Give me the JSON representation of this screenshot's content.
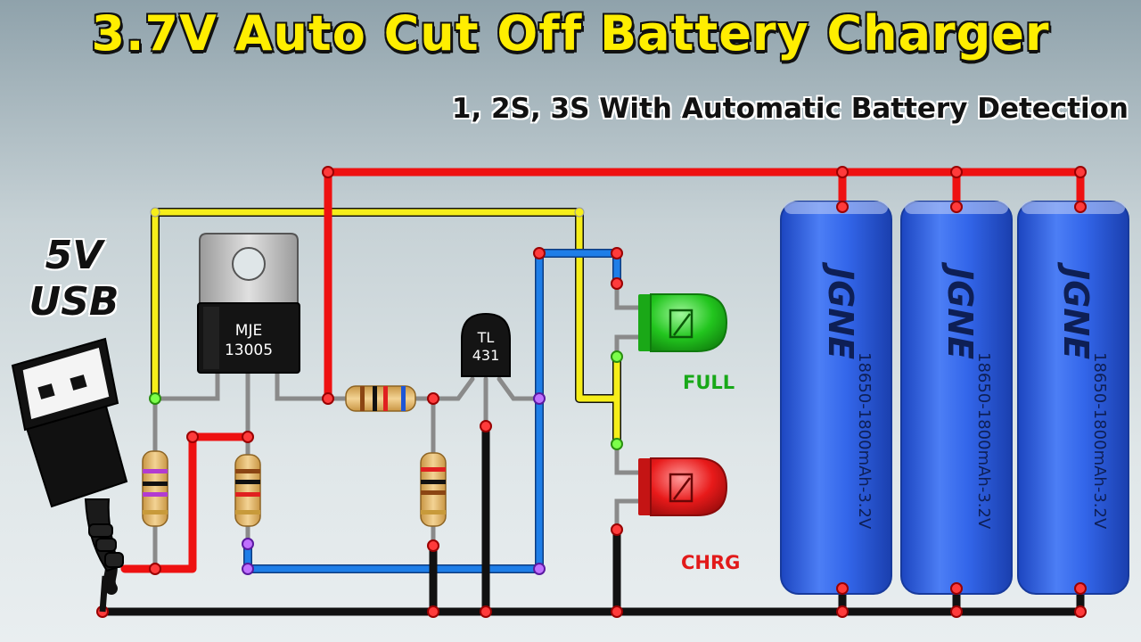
{
  "title": "3.7V Auto Cut Off Battery Charger",
  "subtitle": "1, 2S, 3S With Automatic Battery Detection",
  "usb": {
    "voltage_label": "5V",
    "type_label": "USB"
  },
  "transistor": {
    "part_line1": "MJE",
    "part_line2": "13005"
  },
  "regulator": {
    "part_line1": "TL",
    "part_line2": "431"
  },
  "leds": {
    "full": {
      "label": "FULL",
      "color": "#22c51e"
    },
    "charge": {
      "label": "CHRG",
      "color": "#e81a1a"
    }
  },
  "batteries": [
    {
      "brand": "JGNE",
      "spec": "18650-1800mAh-3.2V"
    },
    {
      "brand": "JGNE",
      "spec": "18650-1800mAh-3.2V"
    },
    {
      "brand": "JGNE",
      "spec": "18650-1800mAh-3.2V"
    }
  ],
  "colors": {
    "positive_wire": "#ee1111",
    "negative_wire": "#111111",
    "yellow_wire": "#f6ee1a",
    "blue_wire": "#1e7ee8",
    "lead_wire": "#8a8a8a",
    "battery_body": "#2e62e6",
    "title_fill": "#ffee00"
  }
}
